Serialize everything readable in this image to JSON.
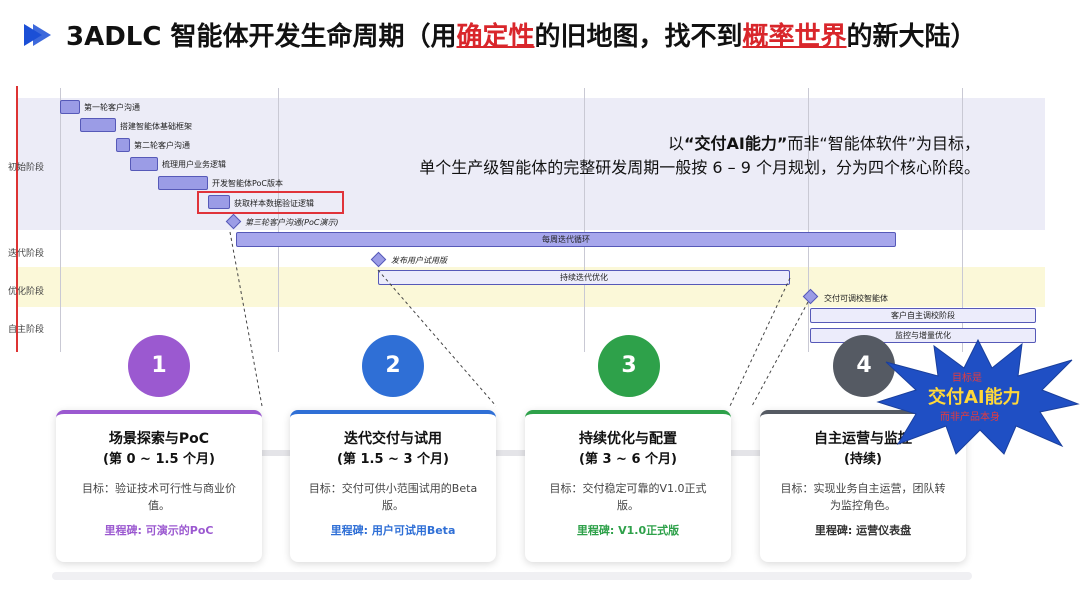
{
  "header": {
    "title_pre": "3ADLC 智能体开发生命周期（用",
    "title_hl1": "确定性",
    "title_mid": "的旧地图，找不到",
    "title_hl2": "概率世界",
    "title_post": "的新大陆）"
  },
  "gantt": {
    "phases": [
      "初始阶段",
      "迭代阶段",
      "优化阶段",
      "自主阶段"
    ],
    "tasks": [
      "第一轮客户沟通",
      "搭建智能体基础框架",
      "第二轮客户沟通",
      "梳理用户业务逻辑",
      "开发智能体PoC版本",
      "获取样本数据验证逻辑"
    ],
    "milestones": [
      "第三轮客户沟通(PoC演示)",
      "发布用户试用版",
      "交付可调校智能体"
    ],
    "long_bars": [
      "每周迭代循环",
      "持续迭代优化",
      "客户自主调校阶段",
      "监控与增量优化"
    ]
  },
  "description": {
    "line1_a": "以",
    "line1_b": "“交付AI能力”",
    "line1_c": "而非“智能体软件”为目标，",
    "line2": "单个生产级智能体的完整研发周期一般按 6 – 9 个月规划，分为四个核心阶段。"
  },
  "stages": [
    {
      "num": "1",
      "title": "场景探索与PoC",
      "period": "(第 0 ~ 1.5 个月)",
      "goal": "目标：验证技术可行性与商业价值。",
      "milestone": "里程碑: 可演示的PoC",
      "color": "#9b59d0"
    },
    {
      "num": "2",
      "title": "迭代交付与试用",
      "period": "(第 1.5 ~ 3 个月)",
      "goal": "目标：交付可供小范围试用的Beta版。",
      "milestone": "里程碑: 用户可试用Beta",
      "color": "#2f6fd6"
    },
    {
      "num": "3",
      "title": "持续优化与配置",
      "period": "(第 3 ~ 6 个月)",
      "goal": "目标：交付稳定可靠的V1.0正式版。",
      "milestone": "里程碑: V1.0正式版",
      "color": "#2ea14a"
    },
    {
      "num": "4",
      "title": "自主运营与监控",
      "period": "(持续)",
      "goal": "目标：实现业务自主运营，团队转为监控角色。",
      "milestone": "里程碑: 运营仪表盘",
      "color": "#555a63"
    }
  ],
  "burst": {
    "line1": "目标是",
    "line2": "交付AI能力",
    "line3": "而非产品本身",
    "fill": "#1f4fc4",
    "text_color": "#e83b3b",
    "highlight_color": "#ffd83a"
  },
  "colors": {
    "accent_red": "#d9262b",
    "arrow_blue": "#1b4fd6",
    "bar_fill": "#9b9ce6"
  }
}
